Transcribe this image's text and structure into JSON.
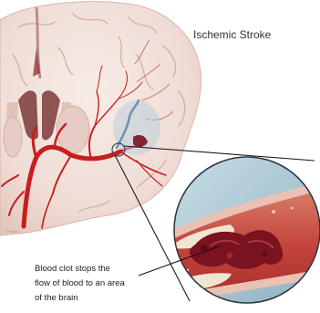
{
  "title": "Ischemic Stroke",
  "caption": {
    "line1": "Blood clot stops the",
    "line2": "flow of blood to an area",
    "line3": "of the brain"
  },
  "credit": "© Baum",
  "colors": {
    "brain_tissue": "#f1e3dd",
    "brain_grey_matter": "#e7cfc7",
    "artery": "#c81e1e",
    "clot": "#7a1220",
    "vessel_wall": "#e8b7a5",
    "lens_background": "#a2c0cc"
  },
  "icons": [
    "brain-illustration",
    "artery-illustration",
    "blood-clot-illustration",
    "magnifier-lens"
  ]
}
